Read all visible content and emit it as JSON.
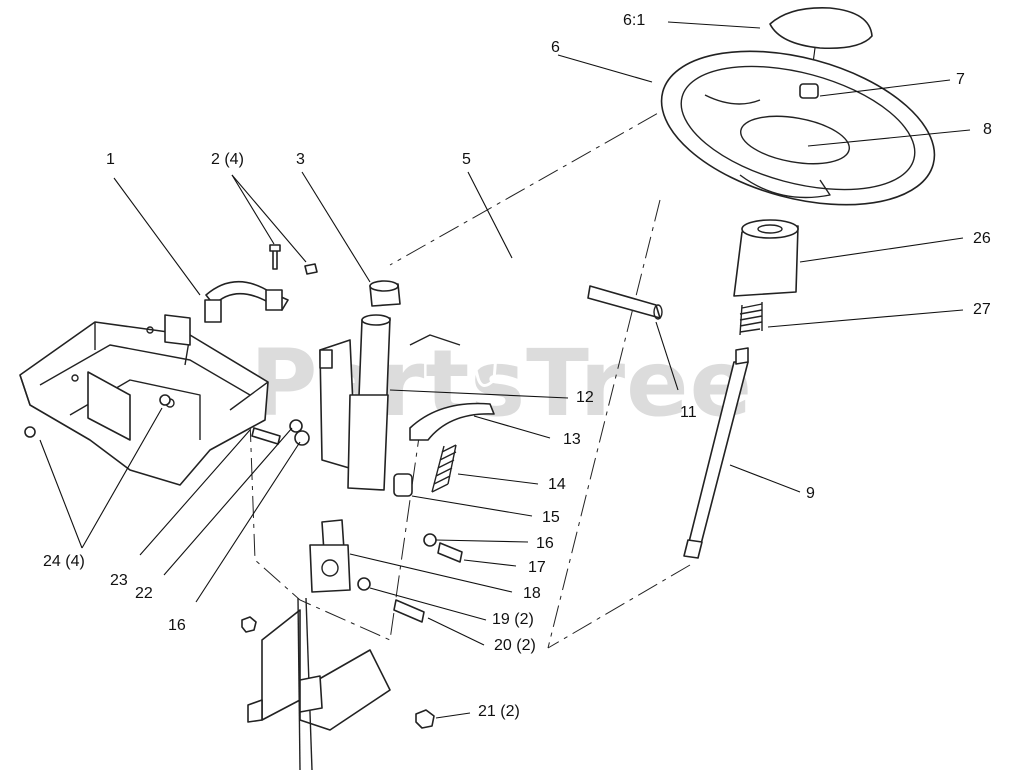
{
  "watermark": "PartsTree",
  "labels": [
    {
      "id": "1",
      "text": "1"
    },
    {
      "id": "2",
      "text": "2 (4)"
    },
    {
      "id": "3",
      "text": "3"
    },
    {
      "id": "5",
      "text": "5"
    },
    {
      "id": "6",
      "text": "6"
    },
    {
      "id": "6-1",
      "text": "6:1"
    },
    {
      "id": "7",
      "text": "7"
    },
    {
      "id": "8",
      "text": "8"
    },
    {
      "id": "9",
      "text": "9"
    },
    {
      "id": "11",
      "text": "11"
    },
    {
      "id": "12",
      "text": "12"
    },
    {
      "id": "13",
      "text": "13"
    },
    {
      "id": "14",
      "text": "14"
    },
    {
      "id": "15",
      "text": "15"
    },
    {
      "id": "16a",
      "text": "16"
    },
    {
      "id": "16b",
      "text": "16"
    },
    {
      "id": "17",
      "text": "17"
    },
    {
      "id": "18",
      "text": "18"
    },
    {
      "id": "19",
      "text": "19 (2)"
    },
    {
      "id": "20",
      "text": "20 (2)"
    },
    {
      "id": "21",
      "text": "21 (2)"
    },
    {
      "id": "22",
      "text": "22"
    },
    {
      "id": "23",
      "text": "23"
    },
    {
      "id": "24",
      "text": "24 (4)"
    },
    {
      "id": "26",
      "text": "26"
    },
    {
      "id": "27",
      "text": "27"
    }
  ]
}
